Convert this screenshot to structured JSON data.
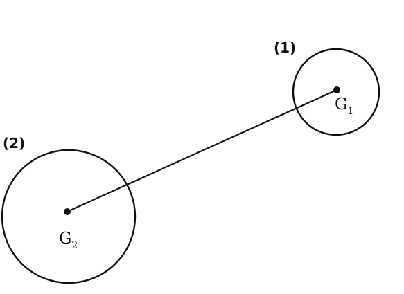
{
  "bodies": [
    {
      "tag": "(1)",
      "center_symbol": "G",
      "center_subscript": "1"
    },
    {
      "tag": "(2)",
      "center_symbol": "G",
      "center_subscript": "2"
    }
  ],
  "colors": {
    "ink": "#111111",
    "background": "#ffffff"
  }
}
